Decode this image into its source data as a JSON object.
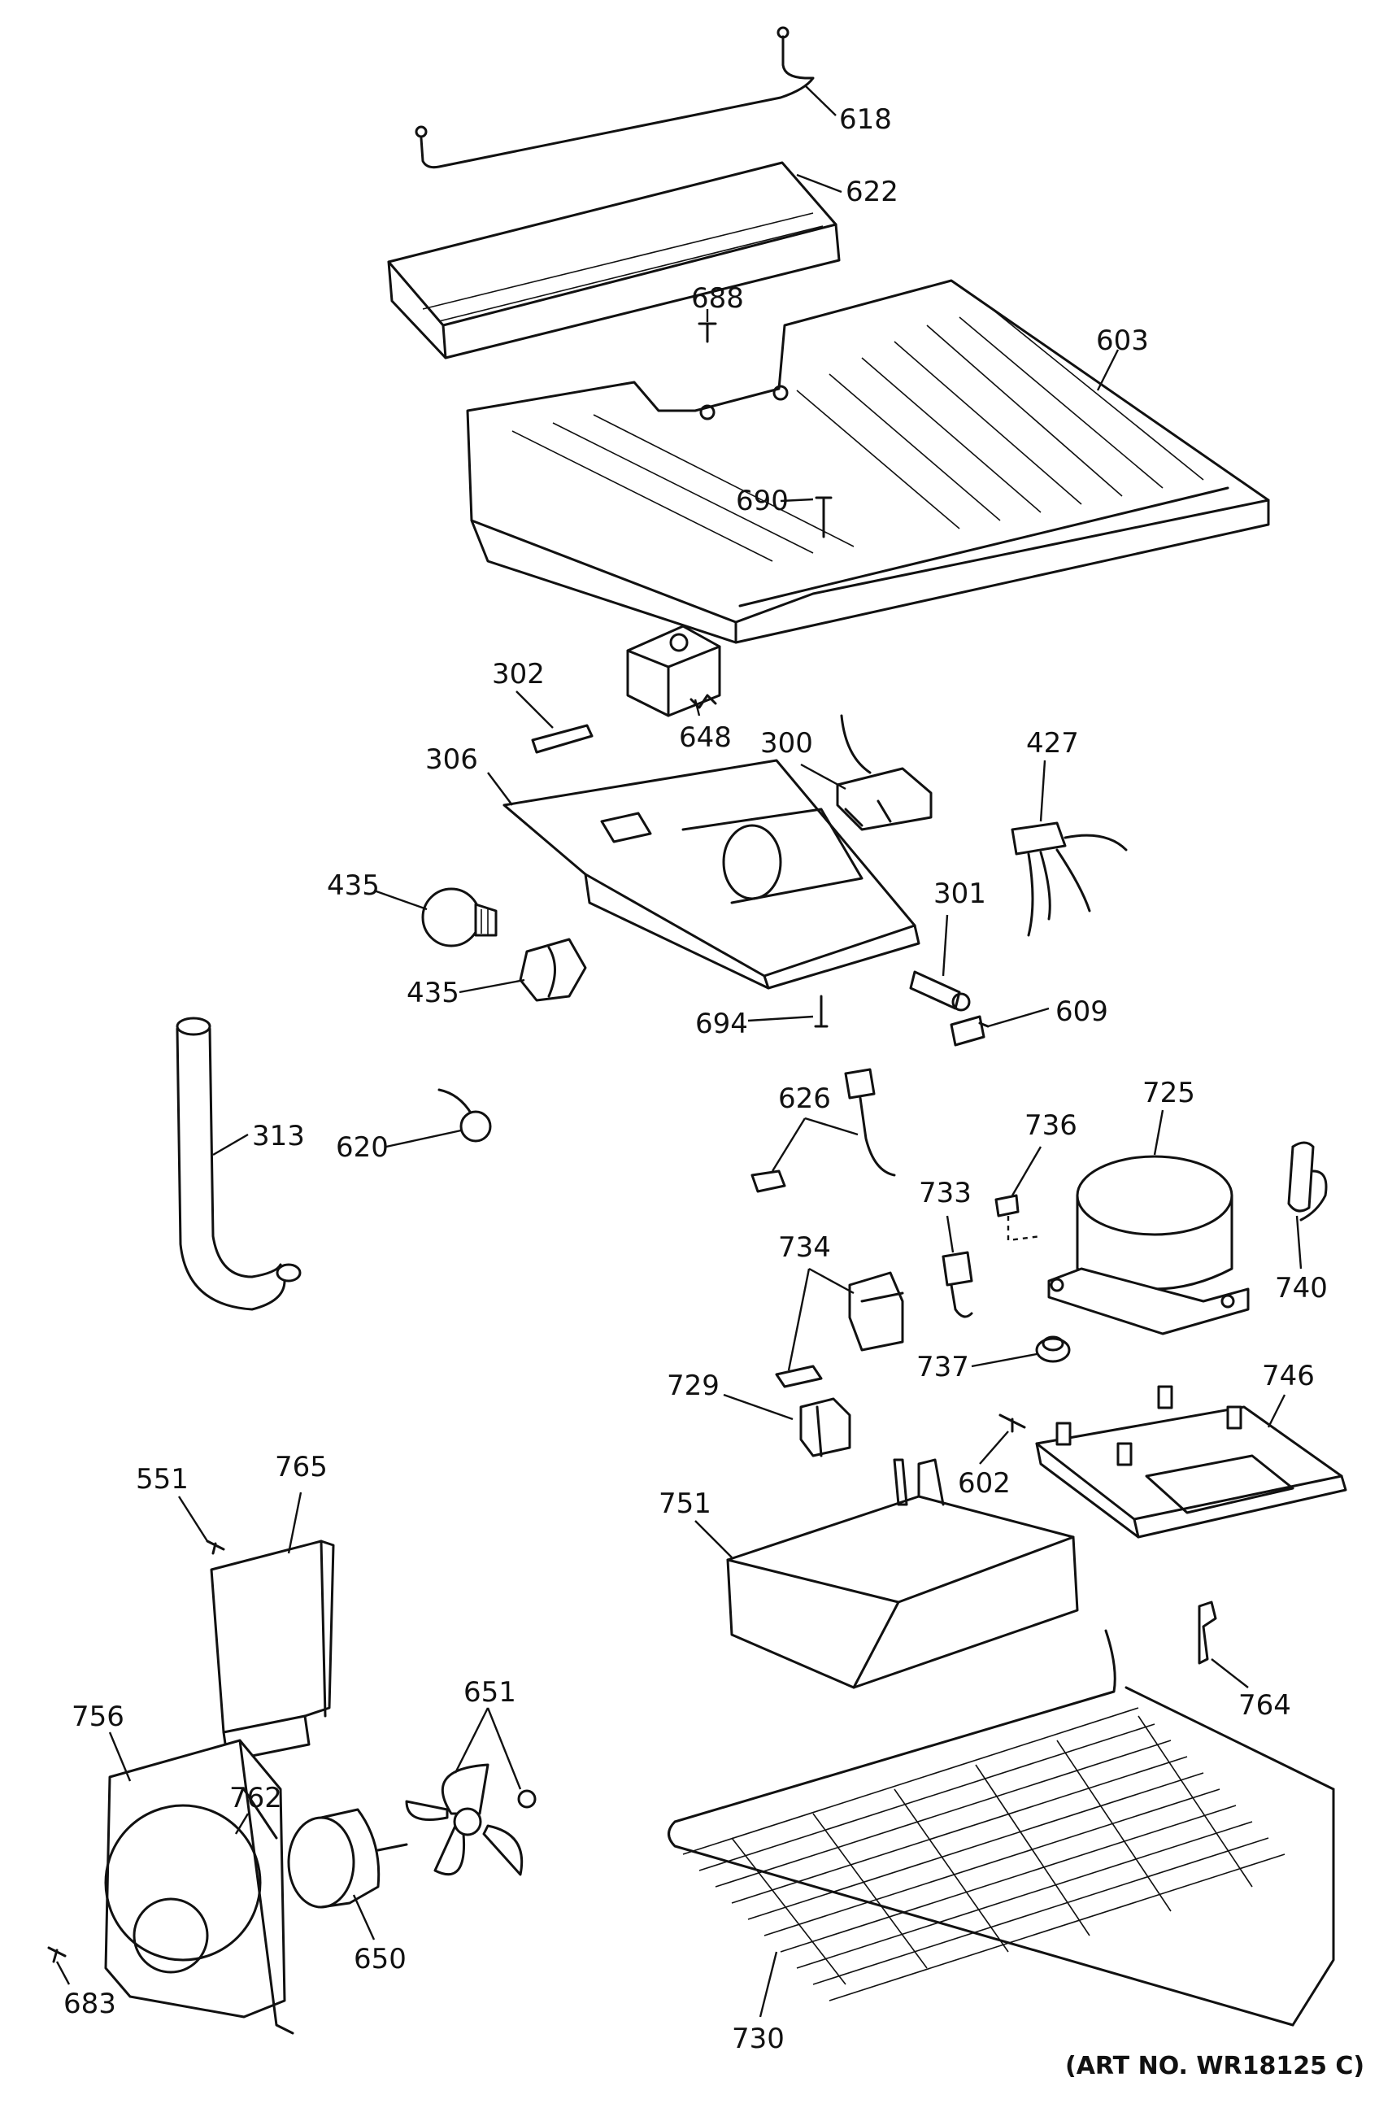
{
  "parts": [
    {
      "id": "l618",
      "number": "618"
    },
    {
      "id": "l622",
      "number": "622"
    },
    {
      "id": "l688",
      "number": "688"
    },
    {
      "id": "l603",
      "number": "603"
    },
    {
      "id": "l690",
      "number": "690"
    },
    {
      "id": "l302",
      "number": "302"
    },
    {
      "id": "l648",
      "number": "648"
    },
    {
      "id": "l300",
      "number": "300"
    },
    {
      "id": "l427",
      "number": "427"
    },
    {
      "id": "l306",
      "number": "306"
    },
    {
      "id": "l435a",
      "number": "435"
    },
    {
      "id": "l435b",
      "number": "435"
    },
    {
      "id": "l301",
      "number": "301"
    },
    {
      "id": "l694",
      "number": "694"
    },
    {
      "id": "l609",
      "number": "609"
    },
    {
      "id": "l313",
      "number": "313"
    },
    {
      "id": "l620",
      "number": "620"
    },
    {
      "id": "l626",
      "number": "626"
    },
    {
      "id": "l736",
      "number": "736"
    },
    {
      "id": "l725",
      "number": "725"
    },
    {
      "id": "l733",
      "number": "733"
    },
    {
      "id": "l734",
      "number": "734"
    },
    {
      "id": "l740",
      "number": "740"
    },
    {
      "id": "l737",
      "number": "737"
    },
    {
      "id": "l729",
      "number": "729"
    },
    {
      "id": "l746",
      "number": "746"
    },
    {
      "id": "l602",
      "number": "602"
    },
    {
      "id": "l751",
      "number": "751"
    },
    {
      "id": "l551",
      "number": "551"
    },
    {
      "id": "l765",
      "number": "765"
    },
    {
      "id": "l764",
      "number": "764"
    },
    {
      "id": "l756",
      "number": "756"
    },
    {
      "id": "l651",
      "number": "651"
    },
    {
      "id": "l762",
      "number": "762"
    },
    {
      "id": "l650",
      "number": "650"
    },
    {
      "id": "l683",
      "number": "683"
    },
    {
      "id": "l730",
      "number": "730"
    }
  ],
  "art_number": "(ART NO. WR18125 C)"
}
